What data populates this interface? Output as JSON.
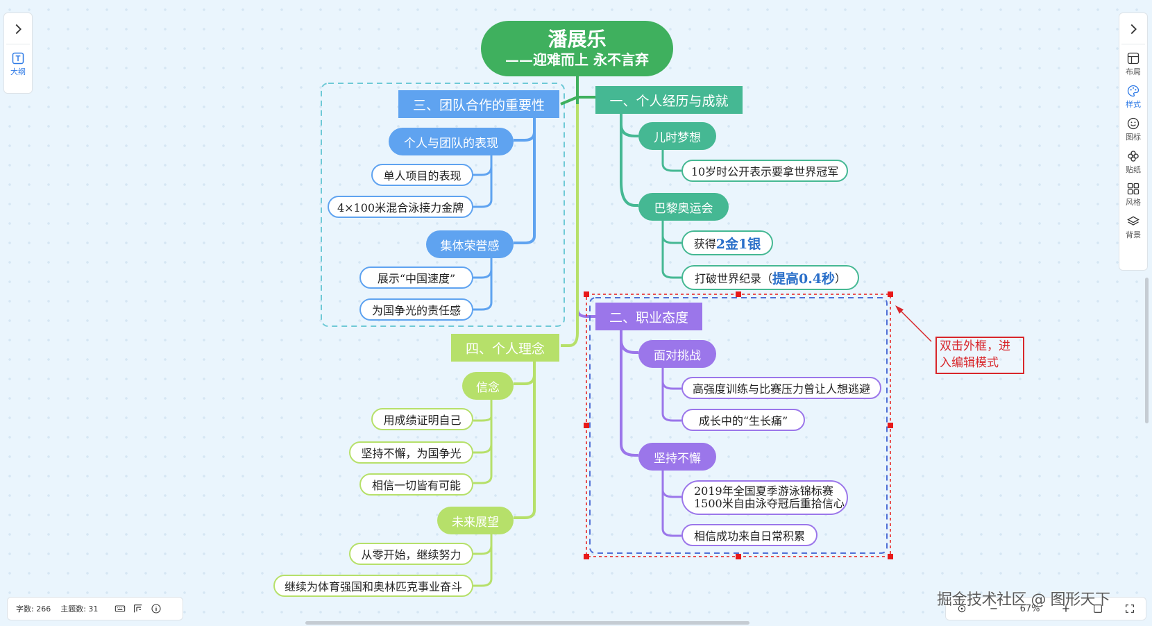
{
  "root": {
    "title": "潘展乐",
    "subtitle": "——迎难而上 永不言弃"
  },
  "branch1": {
    "title": "一、个人经历与成就",
    "g1": {
      "label": "儿时梦想",
      "items": [
        "10岁时公开表示要拿世界冠军"
      ]
    },
    "g2": {
      "label": "巴黎奥运会",
      "item1_prefix": "获得",
      "item1_bold": "2金1银",
      "item2_prefix": "打破世界纪录（",
      "item2_bold": "提高0.4秒",
      "item2_suffix": "）"
    }
  },
  "branch2": {
    "title": "二、职业态度",
    "g1": {
      "label": "面对挑战",
      "items": [
        "高强度训练与比赛压力曾让人想逃避",
        "成长中的“生长痛”"
      ]
    },
    "g2": {
      "label": "坚持不懈",
      "multi_line1": "2019年全国夏季游泳锦标赛",
      "multi_line2": "1500米自由泳夺冠后重拾信心",
      "item2": "相信成功来自日常积累"
    }
  },
  "branch3": {
    "title": "三、团队合作的重要性",
    "g1": {
      "label": "个人与团队的表现",
      "items": [
        "单人项目的表现",
        "4×100米混合泳接力金牌"
      ]
    },
    "g2": {
      "label": "集体荣誉感",
      "items": [
        "展示“中国速度”",
        "为国争光的责任感"
      ]
    }
  },
  "branch4": {
    "title": "四、个人理念",
    "g1": {
      "label": "信念",
      "items": [
        "用成绩证明自己",
        "坚持不懈，为国争光",
        "相信一切皆有可能"
      ]
    },
    "g2": {
      "label": "未来展望",
      "items": [
        "从零开始，继续努力",
        "继续为体育强国和奥林匹克事业奋斗"
      ]
    }
  },
  "annotation": "双击外框，进入编辑模式",
  "left_panel": {
    "outline_label": "大纲"
  },
  "right_panel": {
    "tools": [
      "布局",
      "样式",
      "图标",
      "贴纸",
      "风格",
      "背景"
    ]
  },
  "status": {
    "word_count": "字数: 266",
    "topic_count": "主题数: 31"
  },
  "zoom": {
    "level": "67%"
  },
  "watermark": "掘金技术社区 @ 图形天下",
  "colors": {
    "green": "#3fb05e",
    "teal": "#45b893",
    "purple": "#9b76ea",
    "blue": "#5fa3f0",
    "lime": "#b6e06a",
    "selection": "#e81919",
    "dashed_box": "#6ec9d6"
  }
}
